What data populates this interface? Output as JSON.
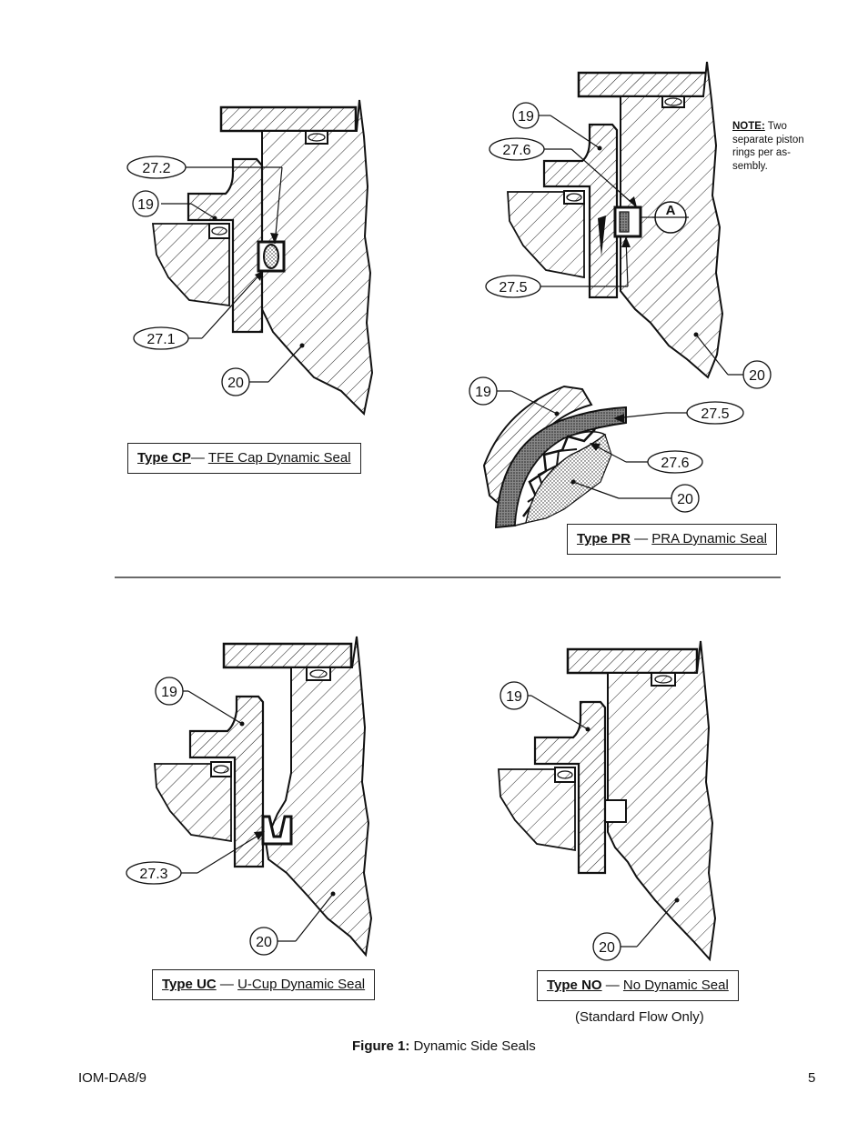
{
  "labels": {
    "cp": {
      "c272": "27.2",
      "c19": "19",
      "c271": "27.1",
      "c20": "20"
    },
    "pr": {
      "c19": "19",
      "c276": "27.6",
      "c275": "27.5",
      "c20": "20",
      "detail": "A"
    },
    "pra": {
      "c19": "19",
      "c275": "27.5",
      "c276": "27.6",
      "c20": "20"
    },
    "uc": {
      "c19": "19",
      "c273": "27.3",
      "c20": "20"
    },
    "no": {
      "c19": "19",
      "c20": "20"
    }
  },
  "captions": {
    "cp": {
      "type": "Type CP",
      "sep": "— ",
      "name": "TFE Cap Dynamic Seal"
    },
    "pr": {
      "type": "Type PR",
      "sep": " — ",
      "name": "PRA Dynamic Seal"
    },
    "uc": {
      "type": "Type UC",
      "sep": " — ",
      "name": "U-Cup Dynamic Seal"
    },
    "no": {
      "type": "Type NO",
      "sep": " — ",
      "name": "No Dynamic Seal",
      "sub": "(Standard Flow Only)"
    }
  },
  "note": {
    "label": "NOTE:",
    "text": " Two separate piston rings per as-sembly."
  },
  "figure": {
    "label": "Figure 1:",
    "title": " Dynamic Side Seals"
  },
  "footer": {
    "doc_id": "IOM-DA8/9",
    "page": "5"
  }
}
